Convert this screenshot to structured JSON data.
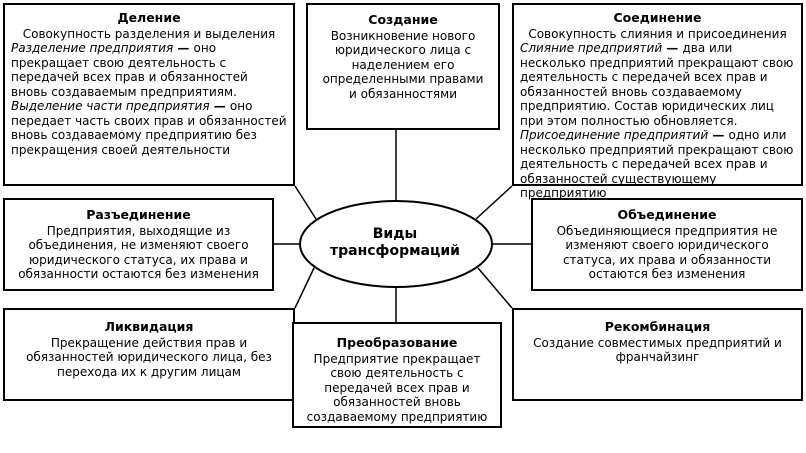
{
  "center": {
    "title_line1": "Виды",
    "title_line2": "трансформаций"
  },
  "boxes": {
    "delenie": {
      "title": "Деление",
      "intro": "Совокупность разделения и выделения",
      "p1_term": "Разделение предприятия",
      "p1_dash": " — ",
      "p1_text": "оно прекращает свою деятельность с передачей всех прав и обязанностей вновь создаваемым предприятиям.",
      "p2_term": "Выделение части предприятия",
      "p2_dash": " — ",
      "p2_text": "оно передает часть своих прав и обязанностей вновь создаваемому предприятию без прекращения своей деятельности"
    },
    "sozdanie": {
      "title": "Создание",
      "text": "Возникновение нового юридического лица с наделением его определенными правами и обязанностями"
    },
    "soedinenie": {
      "title": "Соединение",
      "intro": "Совокупность слияния и присоединения",
      "p1_term": "Слияние предприятий",
      "p1_dash": " — ",
      "p1_text": "два или несколько предприятий прекращают свою деятельность с передачей всех прав и обязанностей вновь создаваемому предприятию. Состав юридических лиц при этом полностью обновляется.",
      "p2_term": "Присоединение предприятий",
      "p2_dash": " — ",
      "p2_text": "одно или несколько предприятий прекращают свою деятельность с передачей всех прав и обязанностей существующему предприятию"
    },
    "raz": {
      "title": "Разъединение",
      "text": "Предприятия, выходящие из объединения, не изменяют своего юридического статуса, их права и обязанности остаются без изменения"
    },
    "obed": {
      "title": "Объединение",
      "text": "Объединяющиеся предприятия не изменяют своего юридического статуса, их права и обязанности остаются без изменения"
    },
    "likv": {
      "title": "Ликвидация",
      "text": "Прекращение действия прав и обязанностей юридического лица, без перехода их к другим лицам"
    },
    "preob": {
      "title": "Преобразование",
      "text": "Предприятие прекращает свою деятельность с передачей всех прав и обязанностей вновь создаваемому предприятию"
    },
    "rekomb": {
      "title": "Рекомбинация",
      "text": "Создание совместимых предприятий и франчайзинг"
    }
  }
}
